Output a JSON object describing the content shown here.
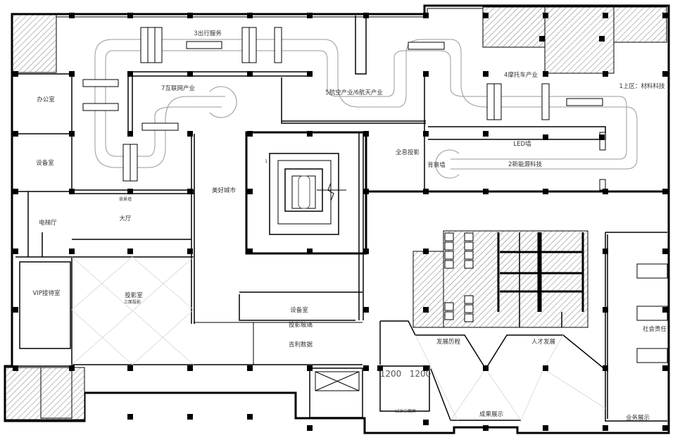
{
  "plan": {
    "zones": {
      "travel_service": "3出行服务",
      "internet_industry": "7互联网产业",
      "aero_space": "5航空产业/6航天产业",
      "motorcycle": "4摩托车产业",
      "materials": "1上区：材料科技",
      "new_energy": "2新能源科技",
      "beautiful_city": "美好城市",
      "social_responsibility": "社会责任",
      "achievements": "成果展示",
      "business": "业务展示",
      "history": "发展历程",
      "talent": "人才发展",
      "geely_data": "吉利数据"
    },
    "rooms": {
      "office": "办公室",
      "equipment_left": "设备室",
      "equipment_center": "设备室",
      "lobby": "大厅",
      "elevator_hall": "电梯厅",
      "vip_reception": "VIP接待室",
      "projection_room": "投影室",
      "three_sided_projection": "三面投影"
    },
    "features": {
      "hologram": "全息投影",
      "led_wall": "LED墙",
      "backdrop_right": "背景墙",
      "backdrop_lobby": "背景墙",
      "projection_glass": "投影玻璃",
      "led_three_screen": "LED三面屏",
      "dim_left": "1200",
      "dim_right": "1200",
      "marker": "1"
    }
  }
}
